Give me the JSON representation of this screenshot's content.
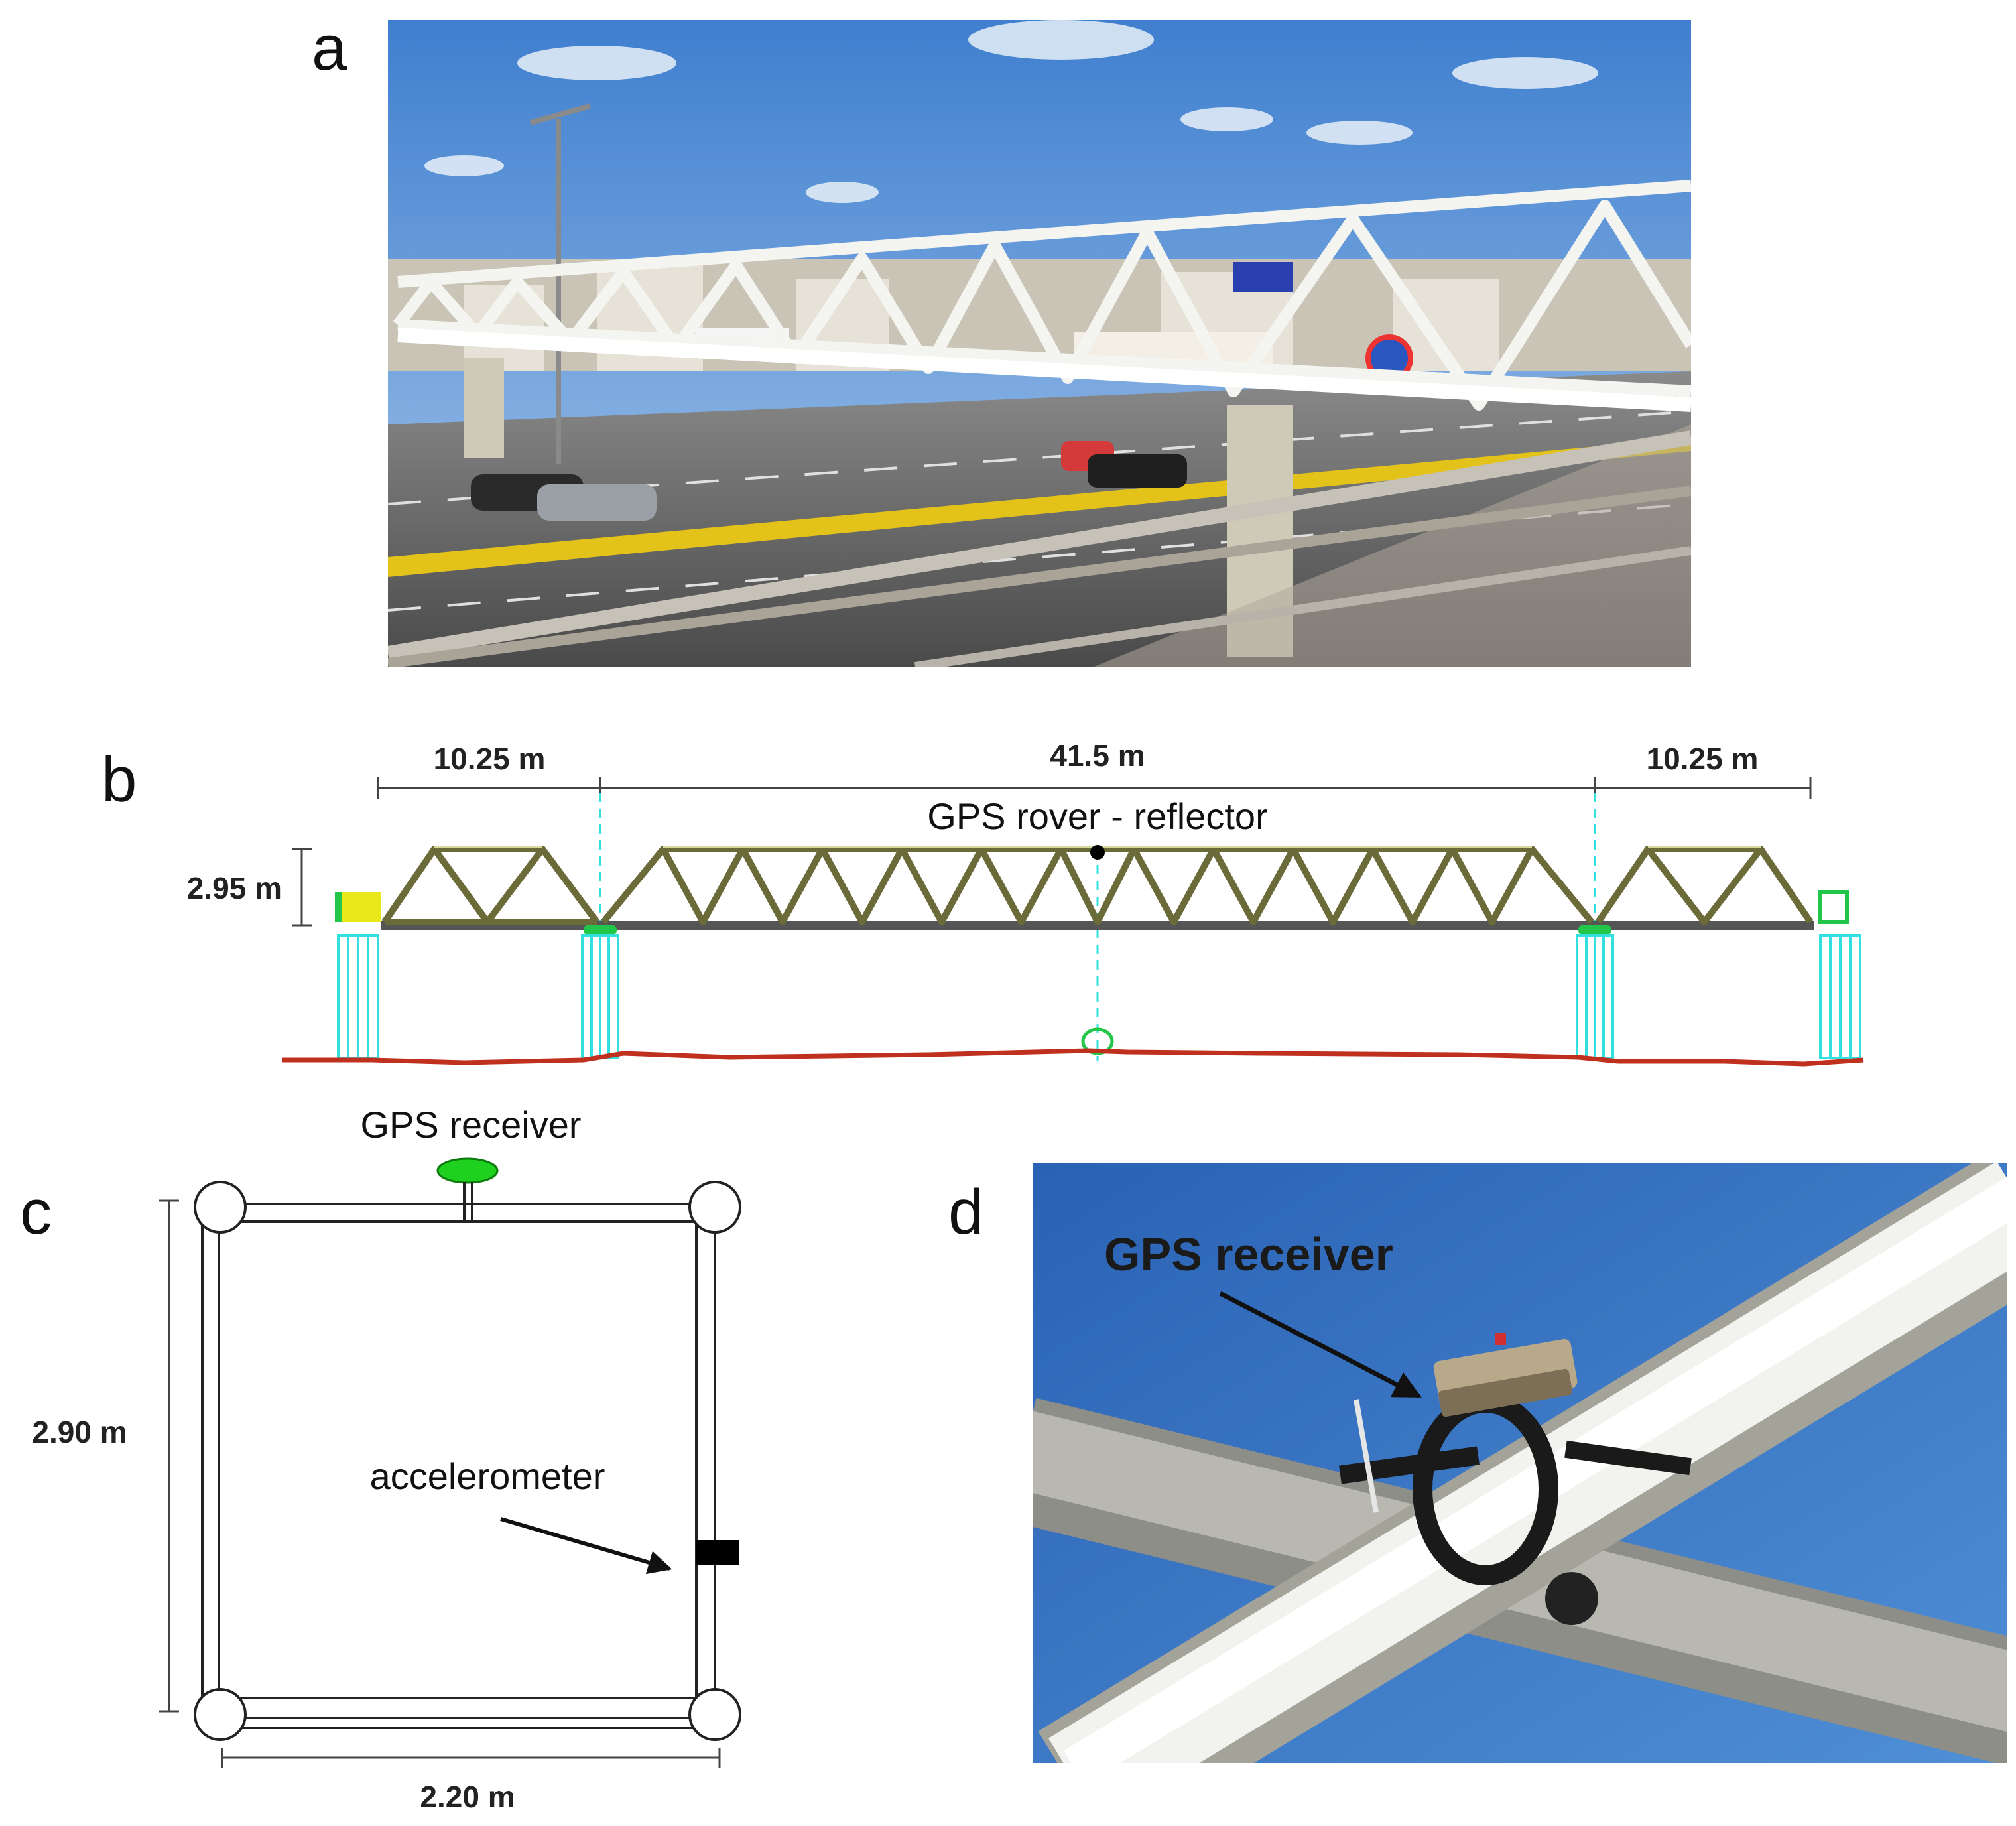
{
  "panels": {
    "a": {
      "letter": "a"
    },
    "b": {
      "letter": "b",
      "span_left": "10.25 m",
      "span_center": "41.5 m",
      "span_right": "10.25 m",
      "height": "2.95 m",
      "rover_label": "GPS rover - reflector"
    },
    "c": {
      "letter": "c",
      "receiver_label": "GPS receiver",
      "height": "2.90 m",
      "width": "2.20 m",
      "accelerometer_label": "accelerometer"
    },
    "d": {
      "letter": "d",
      "receiver_label": "GPS receiver"
    }
  },
  "colors": {
    "sky": "#4f86c6",
    "sky_d": "#2f67b8",
    "truss_b": "#6b6b3a",
    "pier": "#33e0e0",
    "bearing": "#22c74a",
    "ground": "#c0301f",
    "gps_green": "#1fd11f"
  }
}
